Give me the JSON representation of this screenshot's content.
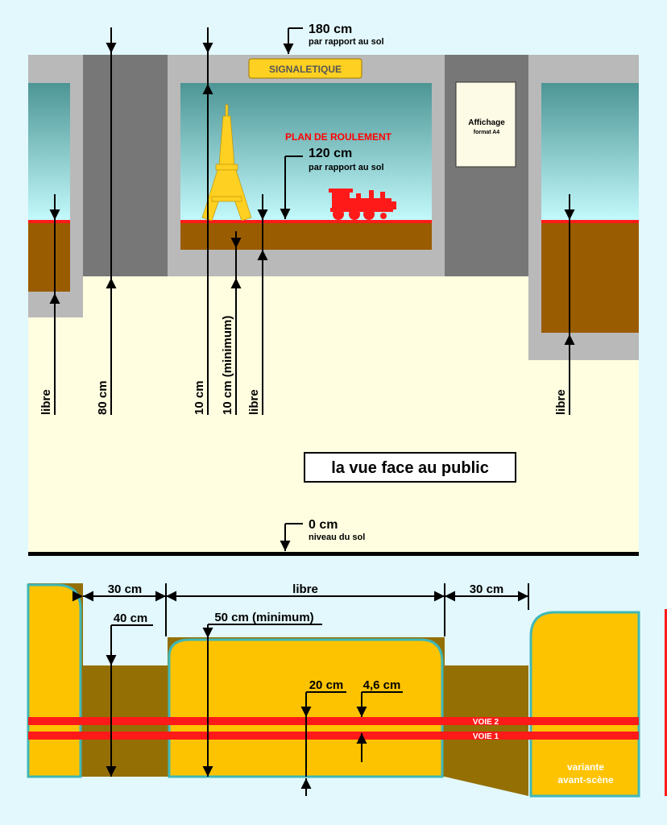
{
  "colors": {
    "background": "#e2f8fd",
    "floor": "#fffee0",
    "frame_grey": "#b9b9b9",
    "pillar_grey": "#777777",
    "earth": "#9a5c00",
    "sky_top": "#4d9595",
    "sky_bottom": "#c5fbfd",
    "rail_red": "#ff1a1a",
    "module_yellow": "#fdc300",
    "module_brown": "#946f04",
    "edge_teal": "#3fb7b7",
    "sign_yellow": "#fdd022"
  },
  "front_view": {
    "sign_label": "SIGNALETIQUE",
    "top_height": {
      "value": "180 cm",
      "note": "par rapport au sol"
    },
    "rolling_plane": {
      "title": "PLAN DE ROULEMENT",
      "value": "120 cm",
      "note": "par rapport au sol"
    },
    "poster": {
      "title": "Affichage",
      "subtitle": "format A4"
    },
    "labels": {
      "left_free": "libre",
      "pillar_80": "80 cm",
      "dim_10": "10 cm",
      "dim_10_min": "10 cm (minimum)",
      "center_free": "libre",
      "right_free": "libre"
    },
    "banner": "la vue face au public",
    "ground": {
      "value": "0 cm",
      "note": "niveau du sol"
    },
    "decor_icons": [
      "eiffel-tower-icon",
      "steam-locomotive-icon"
    ]
  },
  "top_view": {
    "gap_left": "30 cm",
    "free_span": "libre",
    "gap_right": "30 cm",
    "depth_40": "40 cm",
    "depth_50": "50 cm (minimum)",
    "track_spacing": "20 cm",
    "track_offset": "4,6 cm",
    "track_2": "VOIE 2",
    "track_1": "VOIE 1",
    "variant_line1": "variante",
    "variant_line2": "avant-scène"
  }
}
